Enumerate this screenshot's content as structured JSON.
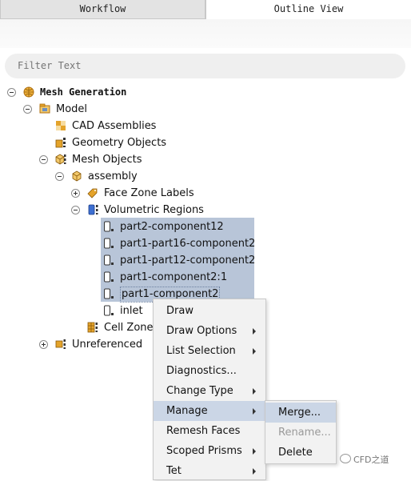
{
  "tabs": [
    {
      "label": "Workflow",
      "active": false
    },
    {
      "label": "Outline View",
      "active": true
    }
  ],
  "filter": {
    "placeholder": "Filter Text"
  },
  "tree": {
    "mesh_generation": "Mesh Generation",
    "model": "Model",
    "cad_assemblies": "CAD Assemblies",
    "geometry_objects": "Geometry Objects",
    "mesh_objects": "Mesh Objects",
    "assembly": "assembly",
    "face_zone_labels": "Face Zone Labels",
    "volumetric_regions": "Volumetric Regions",
    "regions": [
      "part2-component12",
      "part1-part16-component2",
      "part1-part12-component2",
      "part1-component2:1",
      "part1-component2",
      "inlet"
    ],
    "cell_zones": "Cell Zones",
    "unreferenced": "Unreferenced"
  },
  "context_menu": {
    "items": [
      "Draw",
      "Draw Options",
      "List Selection",
      "Diagnostics...",
      "Change Type",
      "Manage",
      "Remesh Faces",
      "Scoped Prisms",
      "Tet"
    ],
    "highlighted": "Manage"
  },
  "submenu": {
    "items": [
      "Merge...",
      "Rename...",
      "Delete"
    ],
    "highlighted": "Merge...",
    "disabled": "Rename..."
  },
  "watermark": "CFD之道",
  "colors": {
    "selection": "#b8c5d8",
    "menu_highlight": "#cbd6e6",
    "folder": "#e4a32a"
  }
}
